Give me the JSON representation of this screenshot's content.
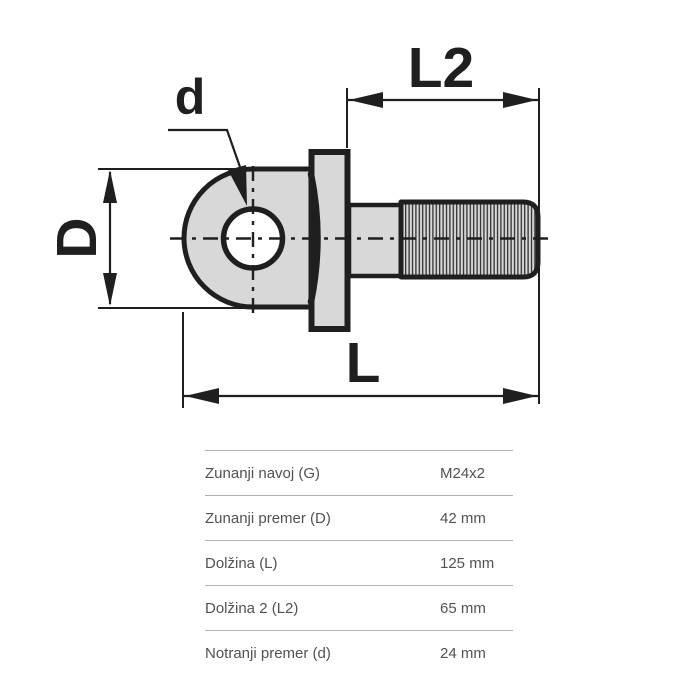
{
  "colors": {
    "background": "#ffffff",
    "outline": "#1f1f1f",
    "part-fill": "#d8d8d8",
    "hatch-line": "#2e2e2e",
    "table-text": "#525252",
    "divider": "#b0b0b0"
  },
  "diagram": {
    "dim_d_label": "d",
    "dim_D_label": "D",
    "dim_L2_label": "L2",
    "dim_L_label": "L"
  },
  "spec_table": {
    "rows": [
      {
        "label": "Zunanji navoj (G)",
        "value": "M24x2"
      },
      {
        "label": "Zunanji premer (D)",
        "value": "42 mm"
      },
      {
        "label": "Dolžina (L)",
        "value": "125 mm"
      },
      {
        "label": "Dolžina 2 (L2)",
        "value": "65 mm"
      },
      {
        "label": "Notranji premer (d)",
        "value": "24 mm"
      }
    ]
  }
}
